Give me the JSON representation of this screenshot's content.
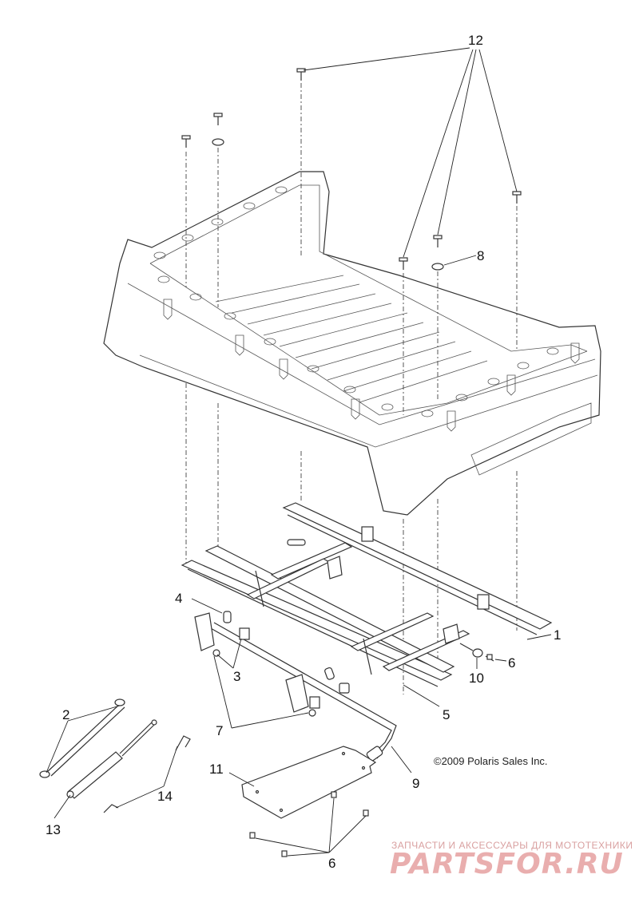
{
  "callouts": {
    "c1": "1",
    "c2": "2",
    "c3": "3",
    "c4": "4",
    "c5": "5",
    "c6a": "6",
    "c6b": "6",
    "c7": "7",
    "c8": "8",
    "c9": "9",
    "c10": "10",
    "c11": "11",
    "c12": "12",
    "c13": "13",
    "c14": "14"
  },
  "copyright": "©2009 Polaris Sales Inc.",
  "watermark": {
    "tagline": "ЗАПЧАСТИ И АКСЕССУАРЫ ДЛЯ МОТОТЕХНИКИ",
    "brand": "PARTSFOR.RU"
  },
  "colors": {
    "line": "#333333",
    "watermark": "#e9aeae"
  }
}
